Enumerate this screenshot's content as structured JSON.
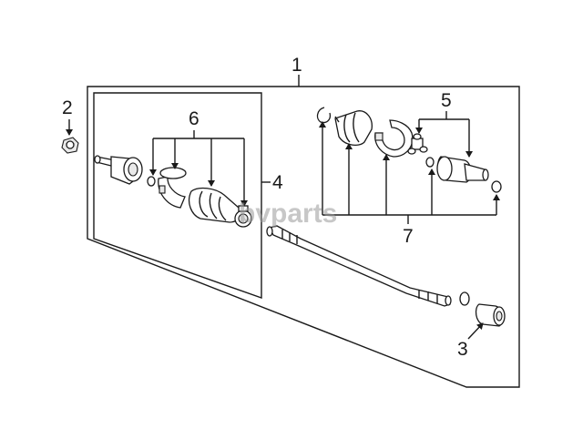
{
  "diagram": {
    "callouts": {
      "c1": "1",
      "c2": "2",
      "c3": "3",
      "c4": "4",
      "c5": "5",
      "c6": "6",
      "c7": "7"
    },
    "watermark": "bvparts"
  }
}
